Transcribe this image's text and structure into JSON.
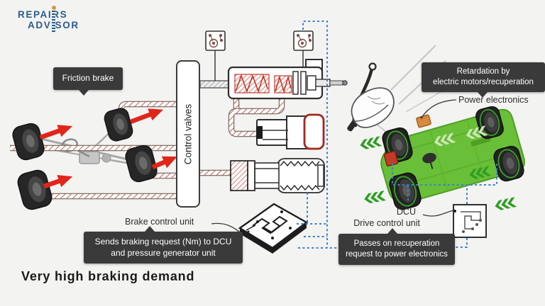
{
  "logo": {
    "line1": "REPAIRS",
    "line2": "ADVISOR"
  },
  "callouts": {
    "friction_brake": {
      "text": "Friction brake"
    },
    "retardation": {
      "line1": "Retardation by",
      "line2": "electric motors/recuperation"
    },
    "sends_request": {
      "line1": "Sends braking request (Nm) to DCU",
      "line2": "and pressure generator unit"
    },
    "passes_recuperation": {
      "line1": "Passes on recuperation",
      "line2": "request to power electronics"
    }
  },
  "labels": {
    "control_valves": "Control valves",
    "power_electronics": "Power electronics",
    "brake_control_unit": "Brake control unit",
    "dcu_abbr": "DCU",
    "dcu_full": "Drive control unit",
    "caption": "Very high braking demand"
  },
  "icons": {
    "logo_damper": "shock-absorber",
    "sensors": "pressure-sensor",
    "brake_control_unit": "circuit-chip",
    "dcu": "control-module-box"
  },
  "colors": {
    "background": "#f3f3f1",
    "callout_bg": "#3a3a3a",
    "callout_text": "#ffffff",
    "logo_blue": "#2b5c8a",
    "logo_accent": "#d79b3f",
    "arrow_red": "#e0261a",
    "car_green": "#69bf37",
    "chevron_green": "#2f9e25",
    "signal_blue": "#3e7ed2",
    "pipe_hatch": "#c0786e",
    "reservoir_red": "#a3271d"
  }
}
